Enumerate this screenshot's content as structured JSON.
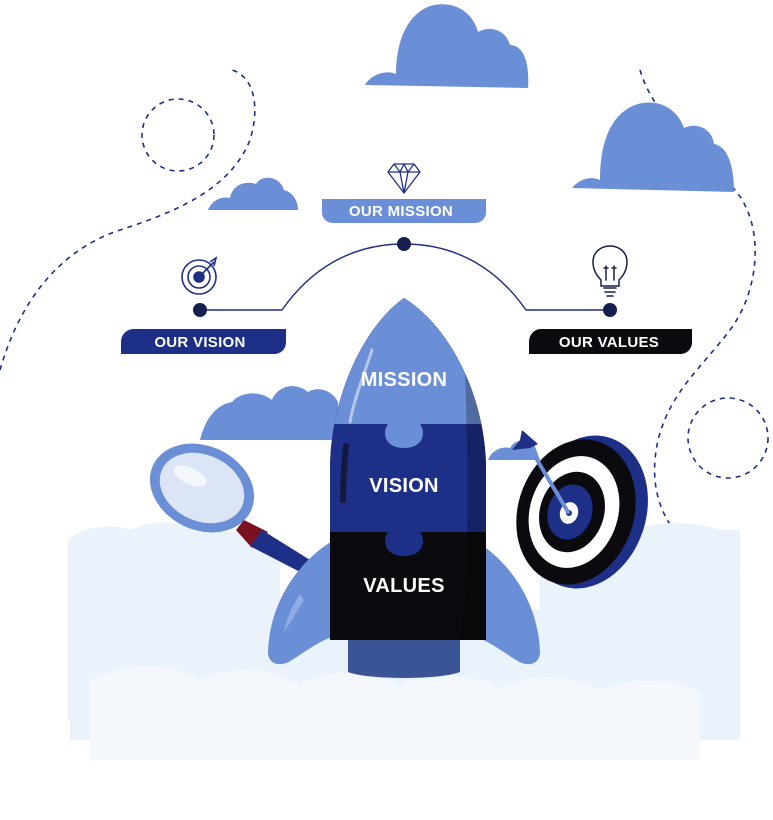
{
  "labels": {
    "vision": "OUR VISION",
    "mission": "OUR MISSION",
    "values": "OUR VALUES"
  },
  "rocket": {
    "top": "MISSION",
    "middle": "VISION",
    "bottom": "VALUES"
  },
  "icons": {
    "vision": "target-icon",
    "mission": "diamond-icon",
    "values": "lightbulb-icon"
  },
  "colors": {
    "light_blue": "#6b8fd6",
    "navy": "#1d2f86",
    "dark_navy": "#151e4d",
    "black": "#0b0b0f",
    "cloud": "#e9f1fb"
  }
}
